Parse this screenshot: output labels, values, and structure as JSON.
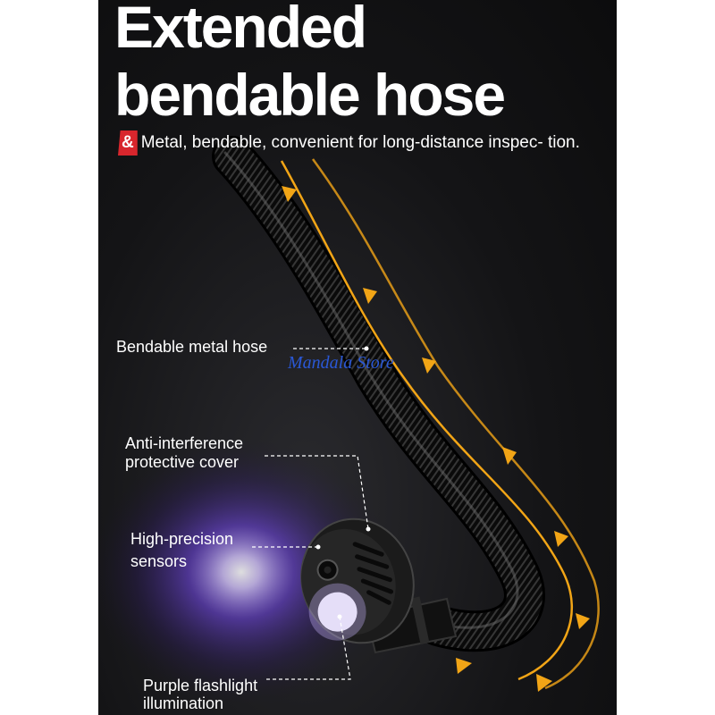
{
  "heading": {
    "line1": "Extended",
    "line2": "bendable hose"
  },
  "subtitle": {
    "badge": "&",
    "text": "Metal, bendable, convenient for long-distance inspec- tion."
  },
  "callouts": {
    "hose": "Bendable metal hose",
    "cover_line1": "Anti-interference",
    "cover_line2": "protective cover",
    "sensors_line1": "High-precision",
    "sensors_line2": "sensors",
    "flashlight_line1": "Purple flashlight",
    "flashlight_line2": "illumination"
  },
  "watermark": "Mandala Store",
  "colors": {
    "accent_arrow": "#f2a516",
    "badge_red": "#d8262d",
    "uv_purple": "#8a5cff"
  }
}
